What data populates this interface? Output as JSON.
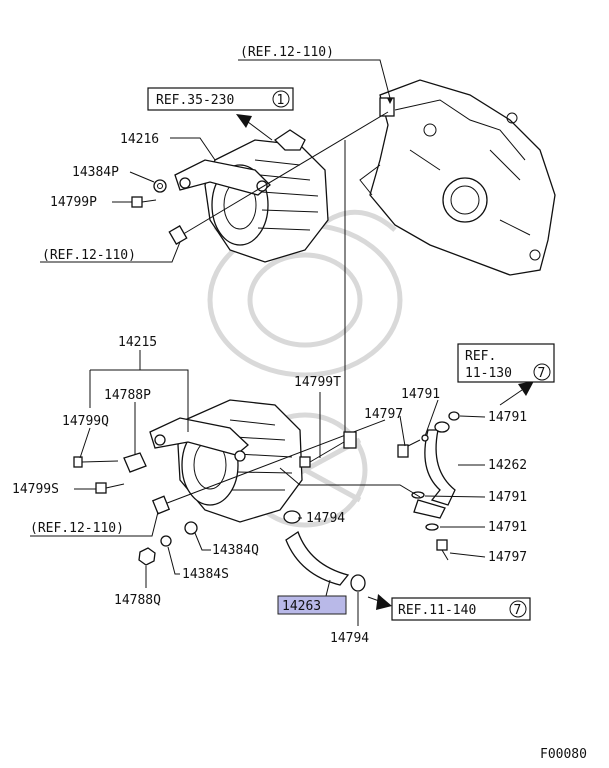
{
  "refs": {
    "ref_12_110_top": "(REF.12-110)",
    "ref_12_110_mid": "(REF.12-110)",
    "ref_12_110_bot": "(REF.12-110)",
    "ref_35_230": "REF.35-230",
    "ref_35_230_num": "1",
    "ref_11_130_line1": "REF.",
    "ref_11_130_line2": "11-130",
    "ref_11_130_num": "7",
    "ref_11_140": "REF.11-140",
    "ref_11_140_num": "7"
  },
  "parts": {
    "p14216": "14216",
    "p14384P": "14384P",
    "p14799P": "14799P",
    "p14215": "14215",
    "p14788P": "14788P",
    "p14799Q": "14799Q",
    "p14799S": "14799S",
    "p14799T": "14799T",
    "p14791_a": "14791",
    "p14791_b": "14791",
    "p14797_a": "14797",
    "p14262": "14262",
    "p14791_c": "14791",
    "p14794_a": "14794",
    "p14791_d": "14791",
    "p14797_b": "14797",
    "p14384Q": "14384Q",
    "p14384S": "14384S",
    "p14788Q": "14788Q",
    "p14263": "14263",
    "p14794_b": "14794"
  },
  "footer": {
    "code": "F00080"
  },
  "colors": {
    "highlight": "#b9b9e8",
    "ink": "#111111"
  }
}
